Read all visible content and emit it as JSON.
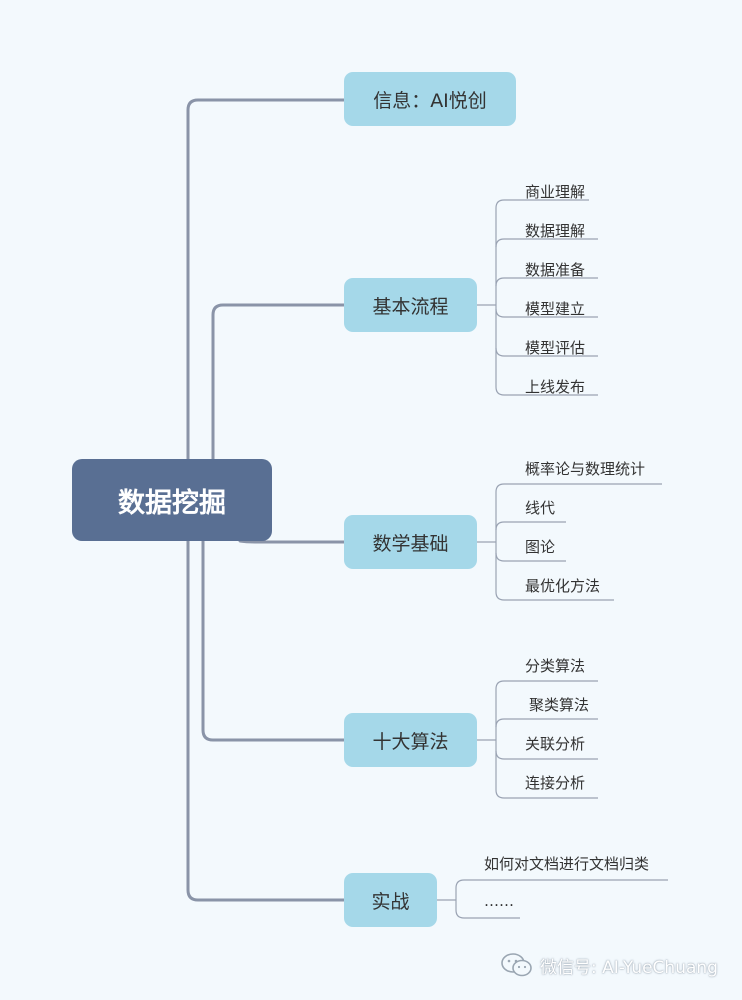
{
  "root": {
    "label": "数据挖掘"
  },
  "branches": [
    {
      "label": "信息：AI悦创",
      "children": []
    },
    {
      "label": "基本流程",
      "children": [
        "商业理解",
        "数据理解",
        "数据准备",
        "模型建立",
        "模型评估",
        "上线发布"
      ]
    },
    {
      "label": "数学基础",
      "children": [
        "概率论与数理统计",
        "线代",
        "图论",
        "最优化方法"
      ]
    },
    {
      "label": "十大算法",
      "children": [
        "分类算法",
        "聚类算法",
        "关联分析",
        "连接分析"
      ]
    },
    {
      "label": "实战",
      "children": [
        "如何对文档进行文档归类",
        "……"
      ]
    }
  ],
  "watermark": {
    "text": "微信号: AI-YueChuang",
    "icon": "wechat-icon"
  },
  "colors": {
    "background": "#f3f9fd",
    "root_fill": "#596f93",
    "branch_fill": "#a5d8e9",
    "root_connector": "#8a94a8",
    "leaf_connector": "#9aa3b3"
  }
}
